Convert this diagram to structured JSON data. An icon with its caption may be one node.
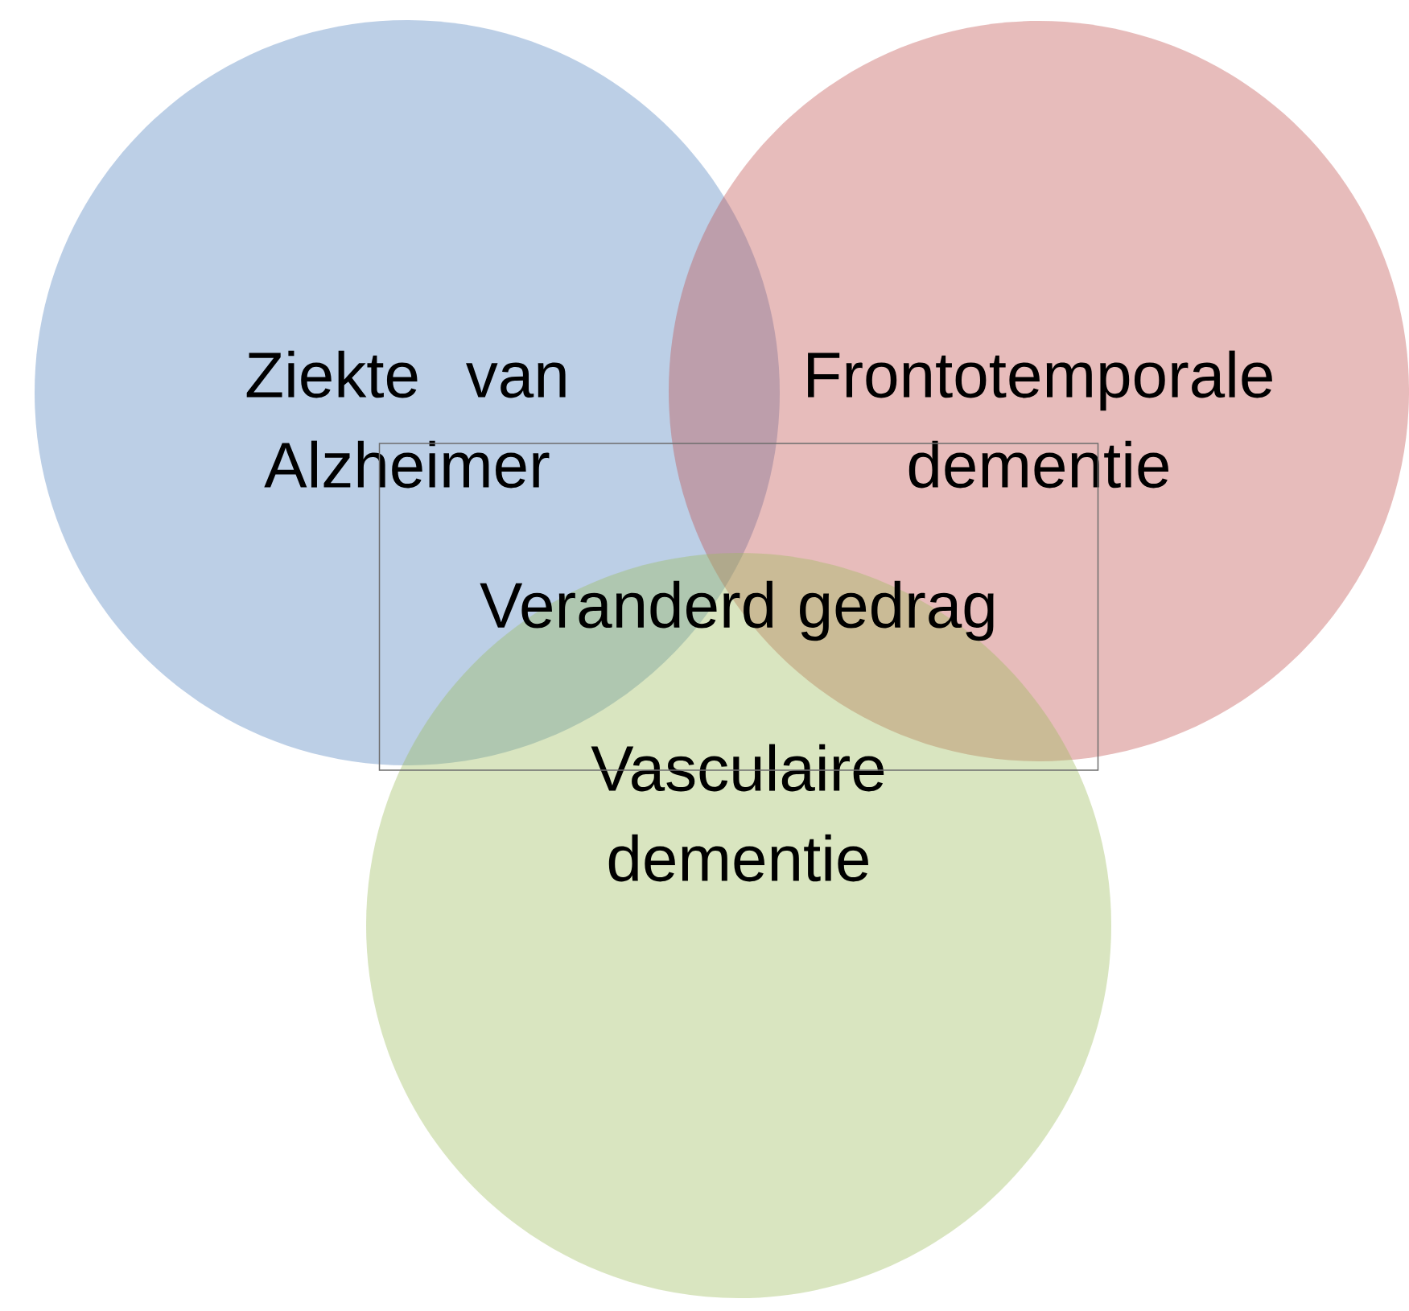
{
  "diagram": {
    "nodes": [
      {
        "text": [
          "Ziekte van Alzheimer"
        ]
      },
      {
        "text": [
          "Frontotemporale dementie"
        ]
      },
      {
        "text": [
          "Veranderd gedrag"
        ]
      },
      {
        "text": [
          "Vasculaire dementie"
        ]
      }
    ]
  }
}
